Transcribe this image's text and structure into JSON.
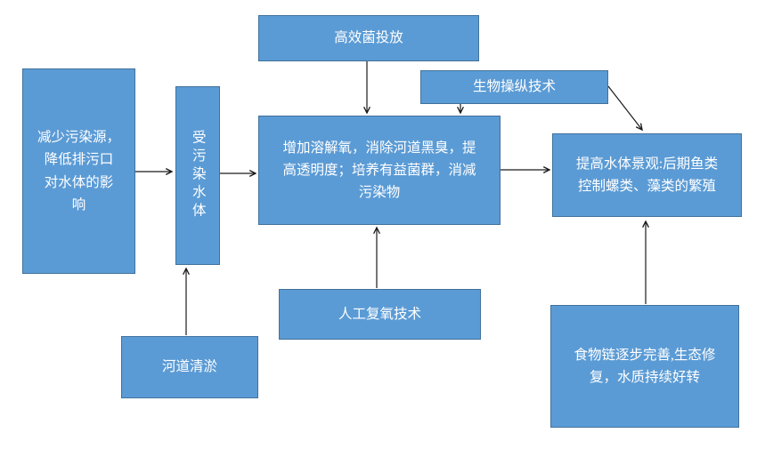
{
  "colors": {
    "node_fill": "#5b9bd5",
    "node_border": "#41719c",
    "node_text": "#ffffff",
    "arrow": "#1a1a1a",
    "background": "#ffffff"
  },
  "nodes": {
    "efficient_bacteria": {
      "text": "高效菌投放"
    },
    "bio_manipulation": {
      "text": "生物操纵技术"
    },
    "reduce_source": {
      "text": "减少污染源，\n降低排污口\n对水体的影\n响"
    },
    "polluted_water": {
      "text": "受污染水体"
    },
    "core_effect": {
      "text": "增加溶解氧，消除河道黑臭，提\n高透明度；培养有益菌群，消减\n污染物"
    },
    "water_landscape": {
      "text": "提高水体景观:后期鱼类\n控制螺类、藻类的繁殖"
    },
    "artificial_oxygen": {
      "text": "人工复氧技术"
    },
    "river_dredging": {
      "text": "河道清淤"
    },
    "food_chain": {
      "text": "食物链逐步完善,生态修\n复，水质持续好转"
    }
  },
  "edges": [
    {
      "from": "efficient_bacteria",
      "to": "core_effect"
    },
    {
      "from": "bio_manipulation",
      "to": "core_effect"
    },
    {
      "from": "bio_manipulation",
      "to": "water_landscape"
    },
    {
      "from": "reduce_source",
      "to": "polluted_water"
    },
    {
      "from": "polluted_water",
      "to": "core_effect"
    },
    {
      "from": "core_effect",
      "to": "water_landscape"
    },
    {
      "from": "artificial_oxygen",
      "to": "core_effect"
    },
    {
      "from": "river_dredging",
      "to": "polluted_water"
    },
    {
      "from": "food_chain",
      "to": "water_landscape"
    }
  ]
}
